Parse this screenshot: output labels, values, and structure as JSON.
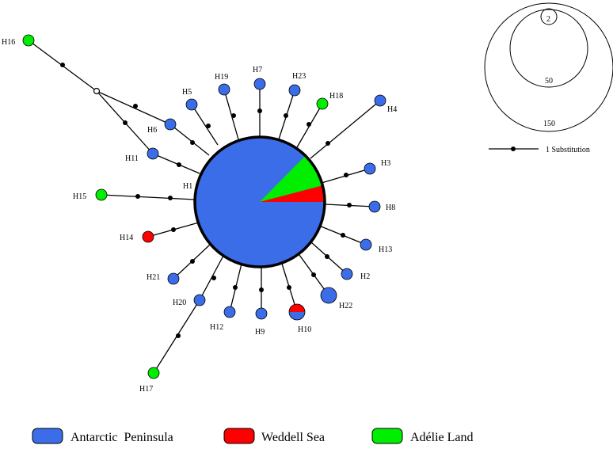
{
  "colors": {
    "antarctic_peninsula": "#3b6de8",
    "weddell_sea": "#ff0000",
    "adelie_land": "#00ee00",
    "line": "#000000"
  },
  "haplotypes": [
    {
      "id": "H1",
      "label": "H1",
      "population": "mixed"
    },
    {
      "id": "H2",
      "label": "H2",
      "population": "antarctic_peninsula"
    },
    {
      "id": "H3",
      "label": "H3",
      "population": "antarctic_peninsula"
    },
    {
      "id": "H4",
      "label": "H4",
      "population": "antarctic_peninsula"
    },
    {
      "id": "H5",
      "label": "H5",
      "population": "antarctic_peninsula"
    },
    {
      "id": "H6",
      "label": "H6",
      "population": "antarctic_peninsula"
    },
    {
      "id": "H7",
      "label": "H7",
      "population": "antarctic_peninsula"
    },
    {
      "id": "H8",
      "label": "H8",
      "population": "antarctic_peninsula"
    },
    {
      "id": "H9",
      "label": "H9",
      "population": "antarctic_peninsula"
    },
    {
      "id": "H10",
      "label": "H10",
      "population": "mixed"
    },
    {
      "id": "H11",
      "label": "H11",
      "population": "antarctic_peninsula"
    },
    {
      "id": "H12",
      "label": "H12",
      "population": "antarctic_peninsula"
    },
    {
      "id": "H13",
      "label": "H13",
      "population": "antarctic_peninsula"
    },
    {
      "id": "H14",
      "label": "H14",
      "population": "weddell_sea"
    },
    {
      "id": "H15",
      "label": "H15",
      "population": "adelie_land"
    },
    {
      "id": "H16",
      "label": "H16",
      "population": "adelie_land"
    },
    {
      "id": "H17",
      "label": "H17",
      "population": "adelie_land"
    },
    {
      "id": "H18",
      "label": "H18",
      "population": "adelie_land"
    },
    {
      "id": "H19",
      "label": "H19",
      "population": "antarctic_peninsula"
    },
    {
      "id": "H20",
      "label": "H20",
      "population": "antarctic_peninsula"
    },
    {
      "id": "H21",
      "label": "H21",
      "population": "antarctic_peninsula"
    },
    {
      "id": "H22",
      "label": "H22",
      "population": "antarctic_peninsula"
    },
    {
      "id": "H23",
      "label": "H23",
      "population": "antarctic_peninsula"
    }
  ],
  "scale": {
    "sizes": [
      "150",
      "50",
      "2"
    ],
    "substitution_label": "1 Substitution"
  },
  "legend": {
    "items": [
      {
        "label": "Antarctic  Peninsula",
        "color_key": "antarctic_peninsula"
      },
      {
        "label": "Weddell Sea",
        "color_key": "weddell_sea"
      },
      {
        "label": "Adélie Land",
        "color_key": "adelie_land"
      }
    ]
  }
}
